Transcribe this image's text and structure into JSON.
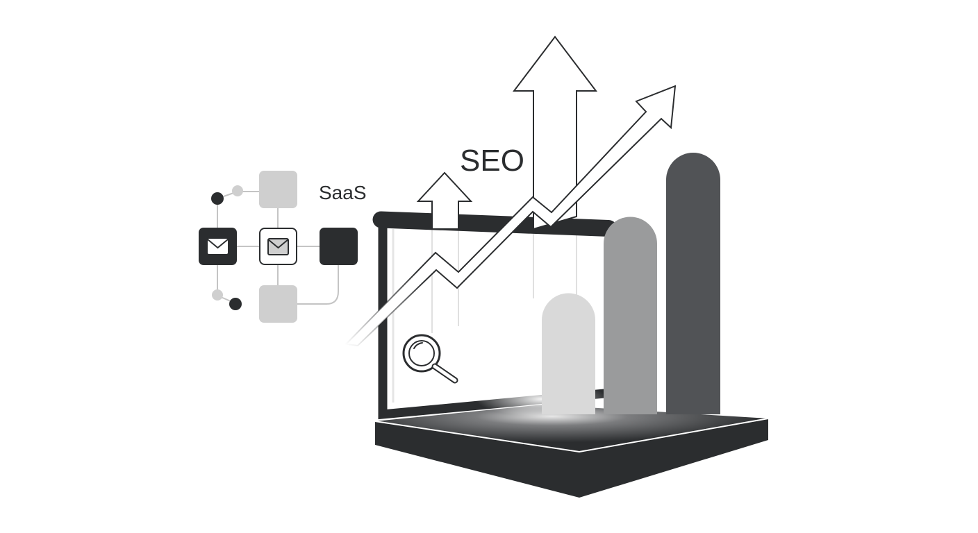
{
  "labels": {
    "seo": "SEO",
    "saas": "SaaS"
  },
  "icons": {
    "search": "magnifier-icon",
    "mail": "envelope-icon",
    "arrows": "up-arrow-icon"
  },
  "colors": {
    "dark": "#2b2d2f",
    "bar_light": "#d9d9d9",
    "bar_mid": "#9a9b9c",
    "bar_dark": "#515356",
    "node_light": "#cfcfcf",
    "line_grey": "#b8b8b8",
    "background": "#ffffff"
  },
  "bars": {
    "relative_levels": [
      0.46,
      0.7,
      0.95
    ]
  }
}
